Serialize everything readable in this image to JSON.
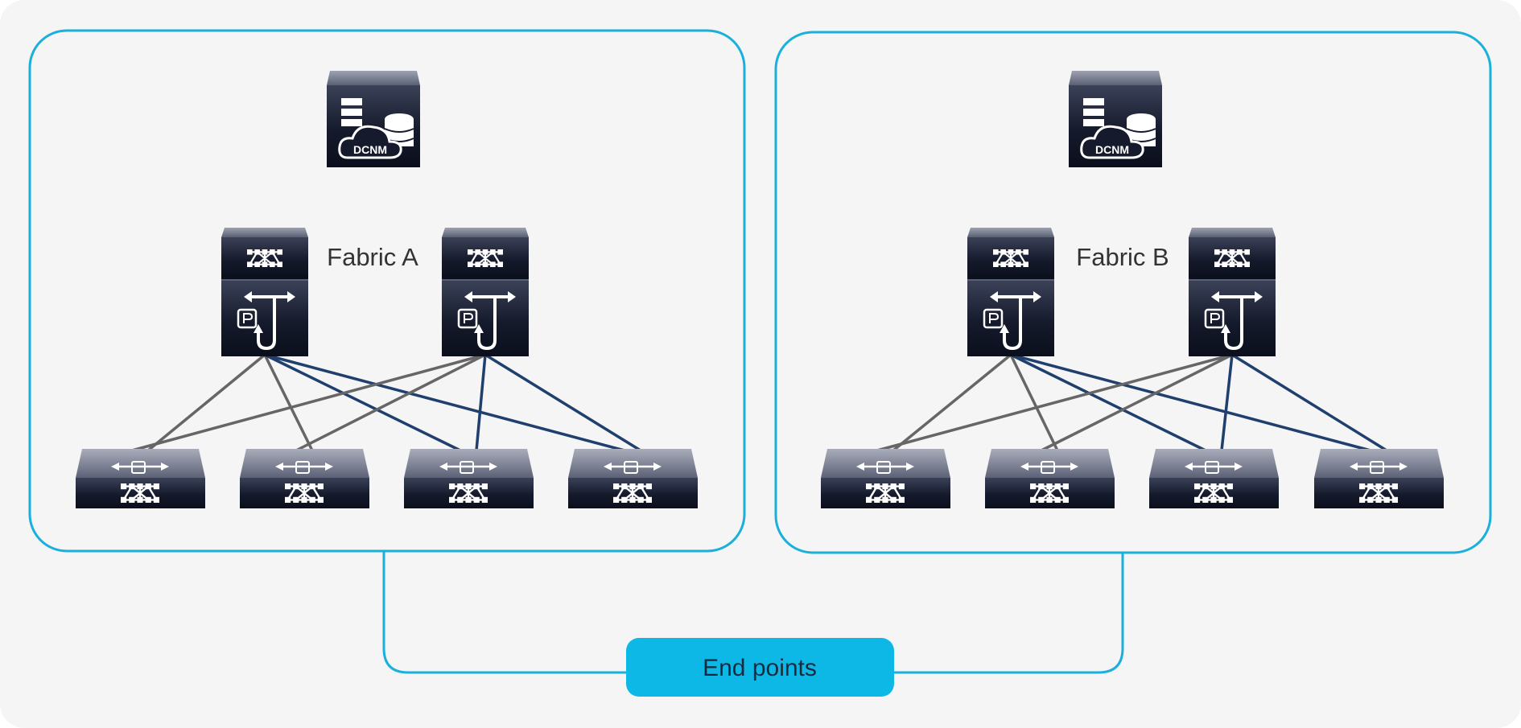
{
  "fabrics": [
    {
      "label": "Fabric A",
      "controller_label": "DCNM"
    },
    {
      "label": "Fabric B",
      "controller_label": "DCNM"
    }
  ],
  "endpoints": {
    "label": "End points"
  },
  "colors": {
    "background": "#f5f5f5",
    "fabric_border": "#1ab0dc",
    "endpoint_fill": "#0db8e6",
    "link_gray": "#666666",
    "link_blue": "#1f3f6e",
    "device_dark": "#151a2c"
  },
  "icons": {
    "controller": "dcnm-server-icon",
    "spine": "spine-switch-icon",
    "leaf": "leaf-switch-icon"
  }
}
